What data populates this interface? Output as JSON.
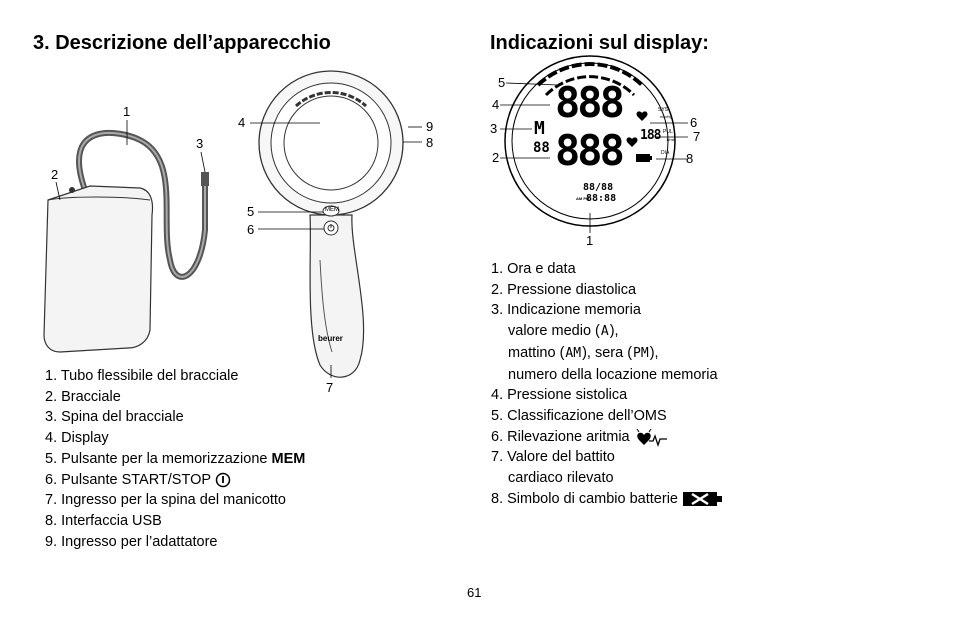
{
  "left": {
    "title": "3. Descrizione dell’apparecchio",
    "callouts": [
      "1",
      "2",
      "3",
      "4",
      "5",
      "6",
      "7",
      "8",
      "9"
    ],
    "device_brand": "beurer",
    "mem_label": "MEM",
    "items": [
      "1. Tubo flessibile del bracciale",
      "2. Bracciale",
      "3. Spina del bracciale",
      "4. Display",
      "5. Pulsante per la memorizzazione ",
      "6. Pulsante START/STOP ",
      "7. Ingresso per la spina del manicotto",
      "8. Interfaccia USB",
      "9. Ingresso per l’adattatore"
    ],
    "item5_bold": "MEM"
  },
  "right": {
    "title": "Indicazioni sul display:",
    "callouts": [
      "5",
      "4",
      "3",
      "2",
      "6",
      "7",
      "8",
      "1"
    ],
    "display": {
      "sys": "SYS",
      "mmhg1": "mmHg",
      "pul": "PUL",
      "min": "1/min",
      "dia": "DIA",
      "mmhg2": "mmHg",
      "big_digits": "888",
      "small_digits": "88",
      "mem_symbol": "M",
      "pulse_digits": "188",
      "date": "88/88",
      "am_pm": "AM PM",
      "time": "88:88"
    },
    "items": {
      "i1": "1. Ora e data",
      "i2": "2. Pressione diastolica",
      "i3": "3. Indicazione memoria",
      "i3a_pre": "valore medio (",
      "i3a_sym": "A",
      "i3a_post": "),",
      "i3b_pre": "mattino (",
      "i3b_sym": "AM",
      "i3b_mid": "), sera (",
      "i3b_sym2": "PM",
      "i3b_post": "),",
      "i3c": "numero della locazione memoria",
      "i4": "4. Pressione sistolica",
      "i5": "5. Classificazione dell’OMS",
      "i6": "6. Rilevazione aritmia ",
      "i7": "7. Valore del battito",
      "i7b": "cardiaco rilevato",
      "i8": "8. Simbolo di cambio batterie "
    }
  },
  "page_number": "61"
}
